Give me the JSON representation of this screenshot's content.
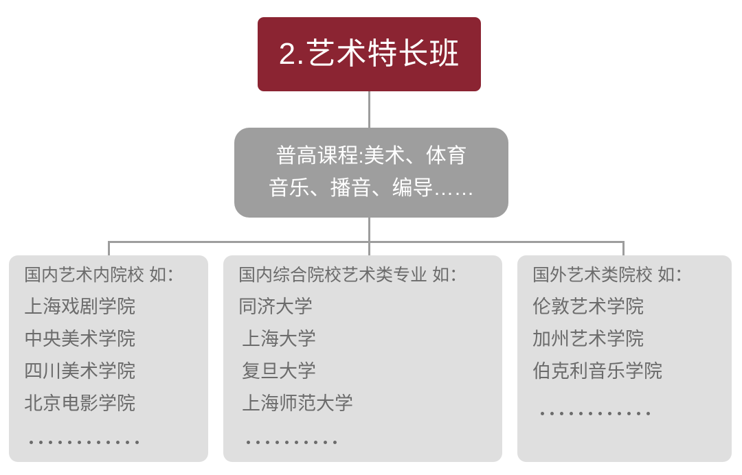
{
  "colors": {
    "title_bg": "#8b2432",
    "title_text": "#ffffff",
    "course_bg": "#9e9e9e",
    "course_text": "#ffffff",
    "leaf_bg": "#dfdfdf",
    "leaf_text": "#6b6b6b",
    "connector": "#9d9d9d",
    "page_bg": "#ffffff"
  },
  "title": {
    "label": "2.艺术特长班"
  },
  "course": {
    "lines": [
      "普高课程:美术、体育",
      "音乐、播音、编导……"
    ]
  },
  "branches": [
    {
      "heading": "国内艺术内院校 如：",
      "items": [
        "上海戏剧学院",
        "中央美术学院",
        "四川美术学院",
        "北京电影学院"
      ],
      "ellipsis_dots": 12
    },
    {
      "heading": "国内综合院校艺术类专业 如：",
      "items": [
        "同济大学",
        "上海大学",
        "复旦大学",
        "上海师范大学"
      ],
      "ellipsis_dots": 10
    },
    {
      "heading": "国外艺术类院校 如：",
      "items": [
        "伦敦艺术学院",
        "加州艺术学院",
        "伯克利音乐学院"
      ],
      "ellipsis_dots": 12
    }
  ]
}
